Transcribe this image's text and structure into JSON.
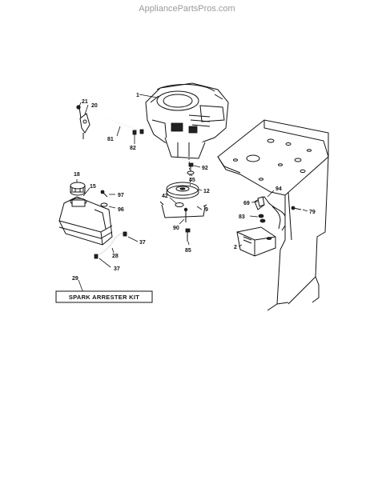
{
  "watermark": "AppliancePartsPros.com",
  "kit_label": "SPARK ARRESTER KIT",
  "callouts": {
    "c1": "1",
    "c20": "20",
    "c21": "21",
    "c81": "81",
    "c82": "82",
    "c92": "92",
    "c45": "45",
    "c12": "12",
    "c42": "42",
    "c9": "9",
    "c90": "90",
    "c85": "85",
    "c18": "18",
    "c15": "15",
    "c97": "97",
    "c96": "96",
    "c37a": "37",
    "c37b": "37",
    "c28": "28",
    "c29": "29",
    "c94": "94",
    "c69": "69",
    "c79": "79",
    "c83": "83",
    "c2": "2"
  }
}
